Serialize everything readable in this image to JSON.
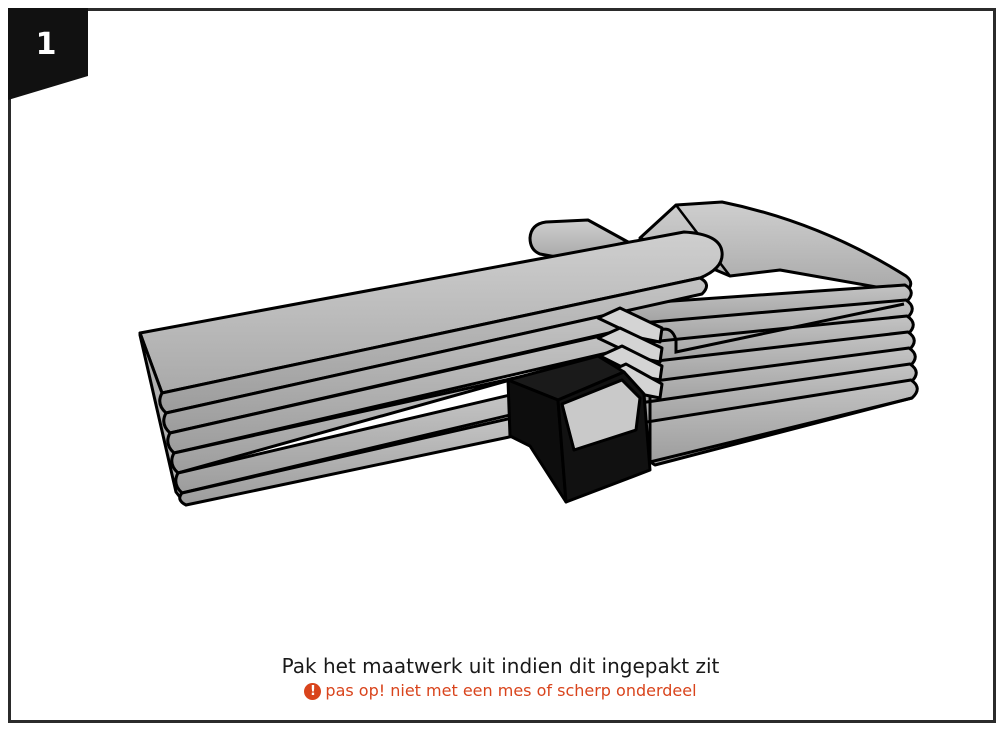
{
  "step": {
    "number": "1"
  },
  "caption": {
    "instruction": "Pak het maatwerk uit indien dit ingepakt zit",
    "warning": "pas op! niet met een mes of scherp onderdeel",
    "warning_icon": "exclamation-circle-icon",
    "warning_icon_glyph": "!"
  },
  "colors": {
    "frame": "#2b2b2b",
    "badge": "#111111",
    "profile_fill": "#b9b9b9",
    "profile_stroke": "#000000",
    "warning": "#d9441c",
    "text": "#1a1a1a"
  }
}
